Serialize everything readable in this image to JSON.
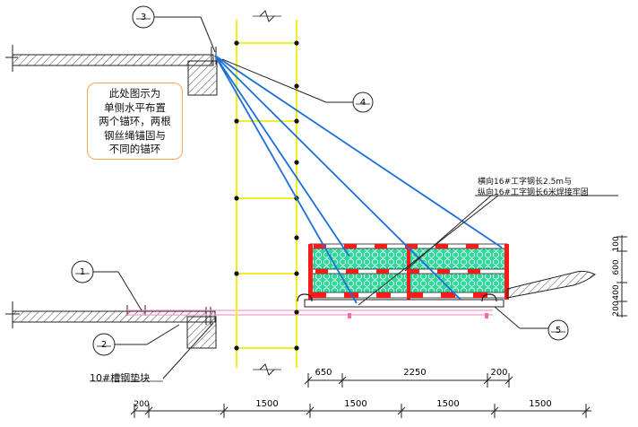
{
  "callout": {
    "lines": [
      "此处图示为",
      "单侧水平布置",
      "两个锚环，两根",
      "钢丝绳锚固与",
      "不同的锚环"
    ]
  },
  "beam_note": {
    "line1": "横向16#工字钢长2.5m与",
    "line2": "纵向16#工字钢长6米焊接牢固"
  },
  "channel_pad_label": "10#槽钢垫块",
  "markers": [
    "3",
    "4",
    "1",
    "2",
    "5"
  ],
  "dimensions": {
    "upper": [
      "650",
      "2250",
      "200"
    ],
    "lower": [
      "1500",
      "1500",
      "1500",
      "1500"
    ],
    "left_small": "200",
    "vertical": [
      "100",
      "600",
      "400",
      "200"
    ]
  },
  "colors": {
    "cable": "#1c6fd6",
    "scaffold": "#f4ee2a",
    "platform_fill": "#2fd79a",
    "guard_red": "#ff1a1a",
    "callout_border": "#f2a65a"
  }
}
